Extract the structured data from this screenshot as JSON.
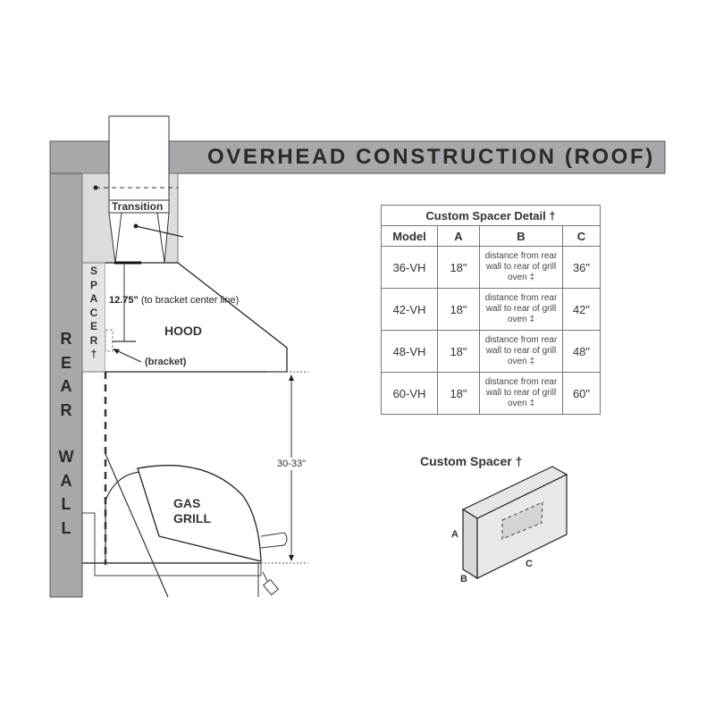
{
  "diagram": {
    "roof_label": "OVERHEAD CONSTRUCTION (ROOF)",
    "rear_wall_letters": [
      "R",
      "E",
      "A",
      "R",
      "",
      "W",
      "A",
      "L",
      "L"
    ],
    "spacer_letters": [
      "S",
      "P",
      "A",
      "C",
      "E",
      "R",
      "†"
    ],
    "transition_label": "Transition",
    "hood_label": "HOOD",
    "bracket_label": "(bracket)",
    "bracket_dimension": "12.75\"",
    "bracket_dimension_note": "(to bracket center line)",
    "grill_label_line1": "GAS",
    "grill_label_line2": "GRILL",
    "height_dimension": "30-33\""
  },
  "spacer_table": {
    "title": "Custom Spacer Detail †",
    "headers": [
      "Model",
      "A",
      "B",
      "C"
    ],
    "rows": [
      {
        "model": "36-VH",
        "a": "18\"",
        "b": "distance from rear wall to rear of grill oven ‡",
        "c": "36\""
      },
      {
        "model": "42-VH",
        "a": "18\"",
        "b": "distance from rear wall to rear of grill oven ‡",
        "c": "42\""
      },
      {
        "model": "48-VH",
        "a": "18\"",
        "b": "distance from rear wall to rear of grill oven ‡",
        "c": "48\""
      },
      {
        "model": "60-VH",
        "a": "18\"",
        "b": "distance from rear wall to rear of grill oven ‡",
        "c": "60\""
      }
    ]
  },
  "spacer_figure": {
    "title": "Custom Spacer †",
    "label_a": "A",
    "label_b": "B",
    "label_c": "C"
  },
  "colors": {
    "wall_gray": "#a7a8ab",
    "spacer_light": "#e3e4e6",
    "line": "#1f1f1f"
  }
}
